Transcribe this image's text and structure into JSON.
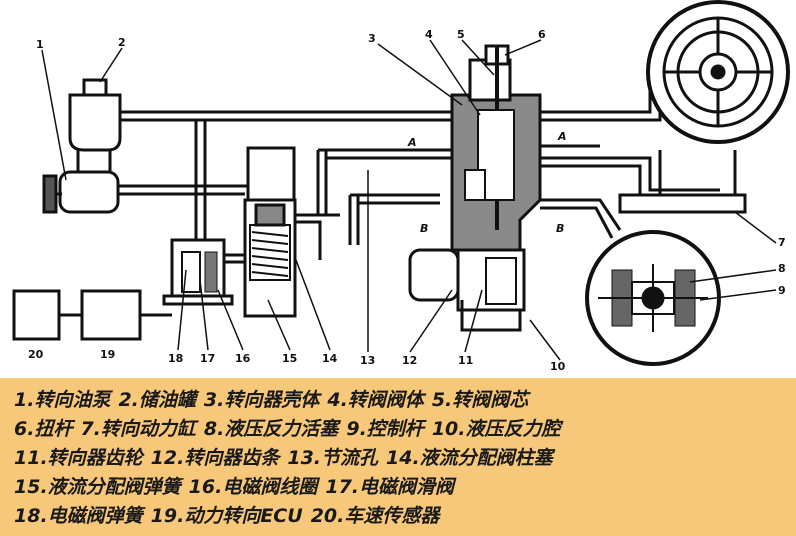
{
  "callouts": [
    "1",
    "2",
    "3",
    "4",
    "5",
    "6",
    "7",
    "8",
    "9",
    "10",
    "11",
    "12",
    "13",
    "14",
    "15",
    "16",
    "17",
    "18",
    "19",
    "20"
  ],
  "flow_labels": {
    "a_left": "A",
    "a_right": "A",
    "b_left": "B",
    "b_right": "B"
  },
  "legend": {
    "lines": [
      [
        "1.转向油泵",
        "2.储油罐",
        "3.转向器壳体",
        "4.转阀阀体",
        "5.转阀阀芯"
      ],
      [
        "6.扭杆",
        "7.转向动力缸",
        "8.液压反力活塞",
        "9.控制杆",
        "10.液压反力腔"
      ],
      [
        "11.转向器齿轮",
        "12.转向器齿条",
        "13.节流孔",
        "14.液流分配阀柱塞"
      ],
      [
        "15.液流分配阀弹簧",
        "16.电磁阀线圈",
        "17.电磁阀滑阀"
      ],
      [
        "18.电磁阀弹簧",
        "19.动力转向ECU",
        "20.车速传感器"
      ]
    ]
  },
  "colors": {
    "legend_bg": "#f7c77a",
    "line": "#111111",
    "body_fill": "#8a8a8a"
  }
}
